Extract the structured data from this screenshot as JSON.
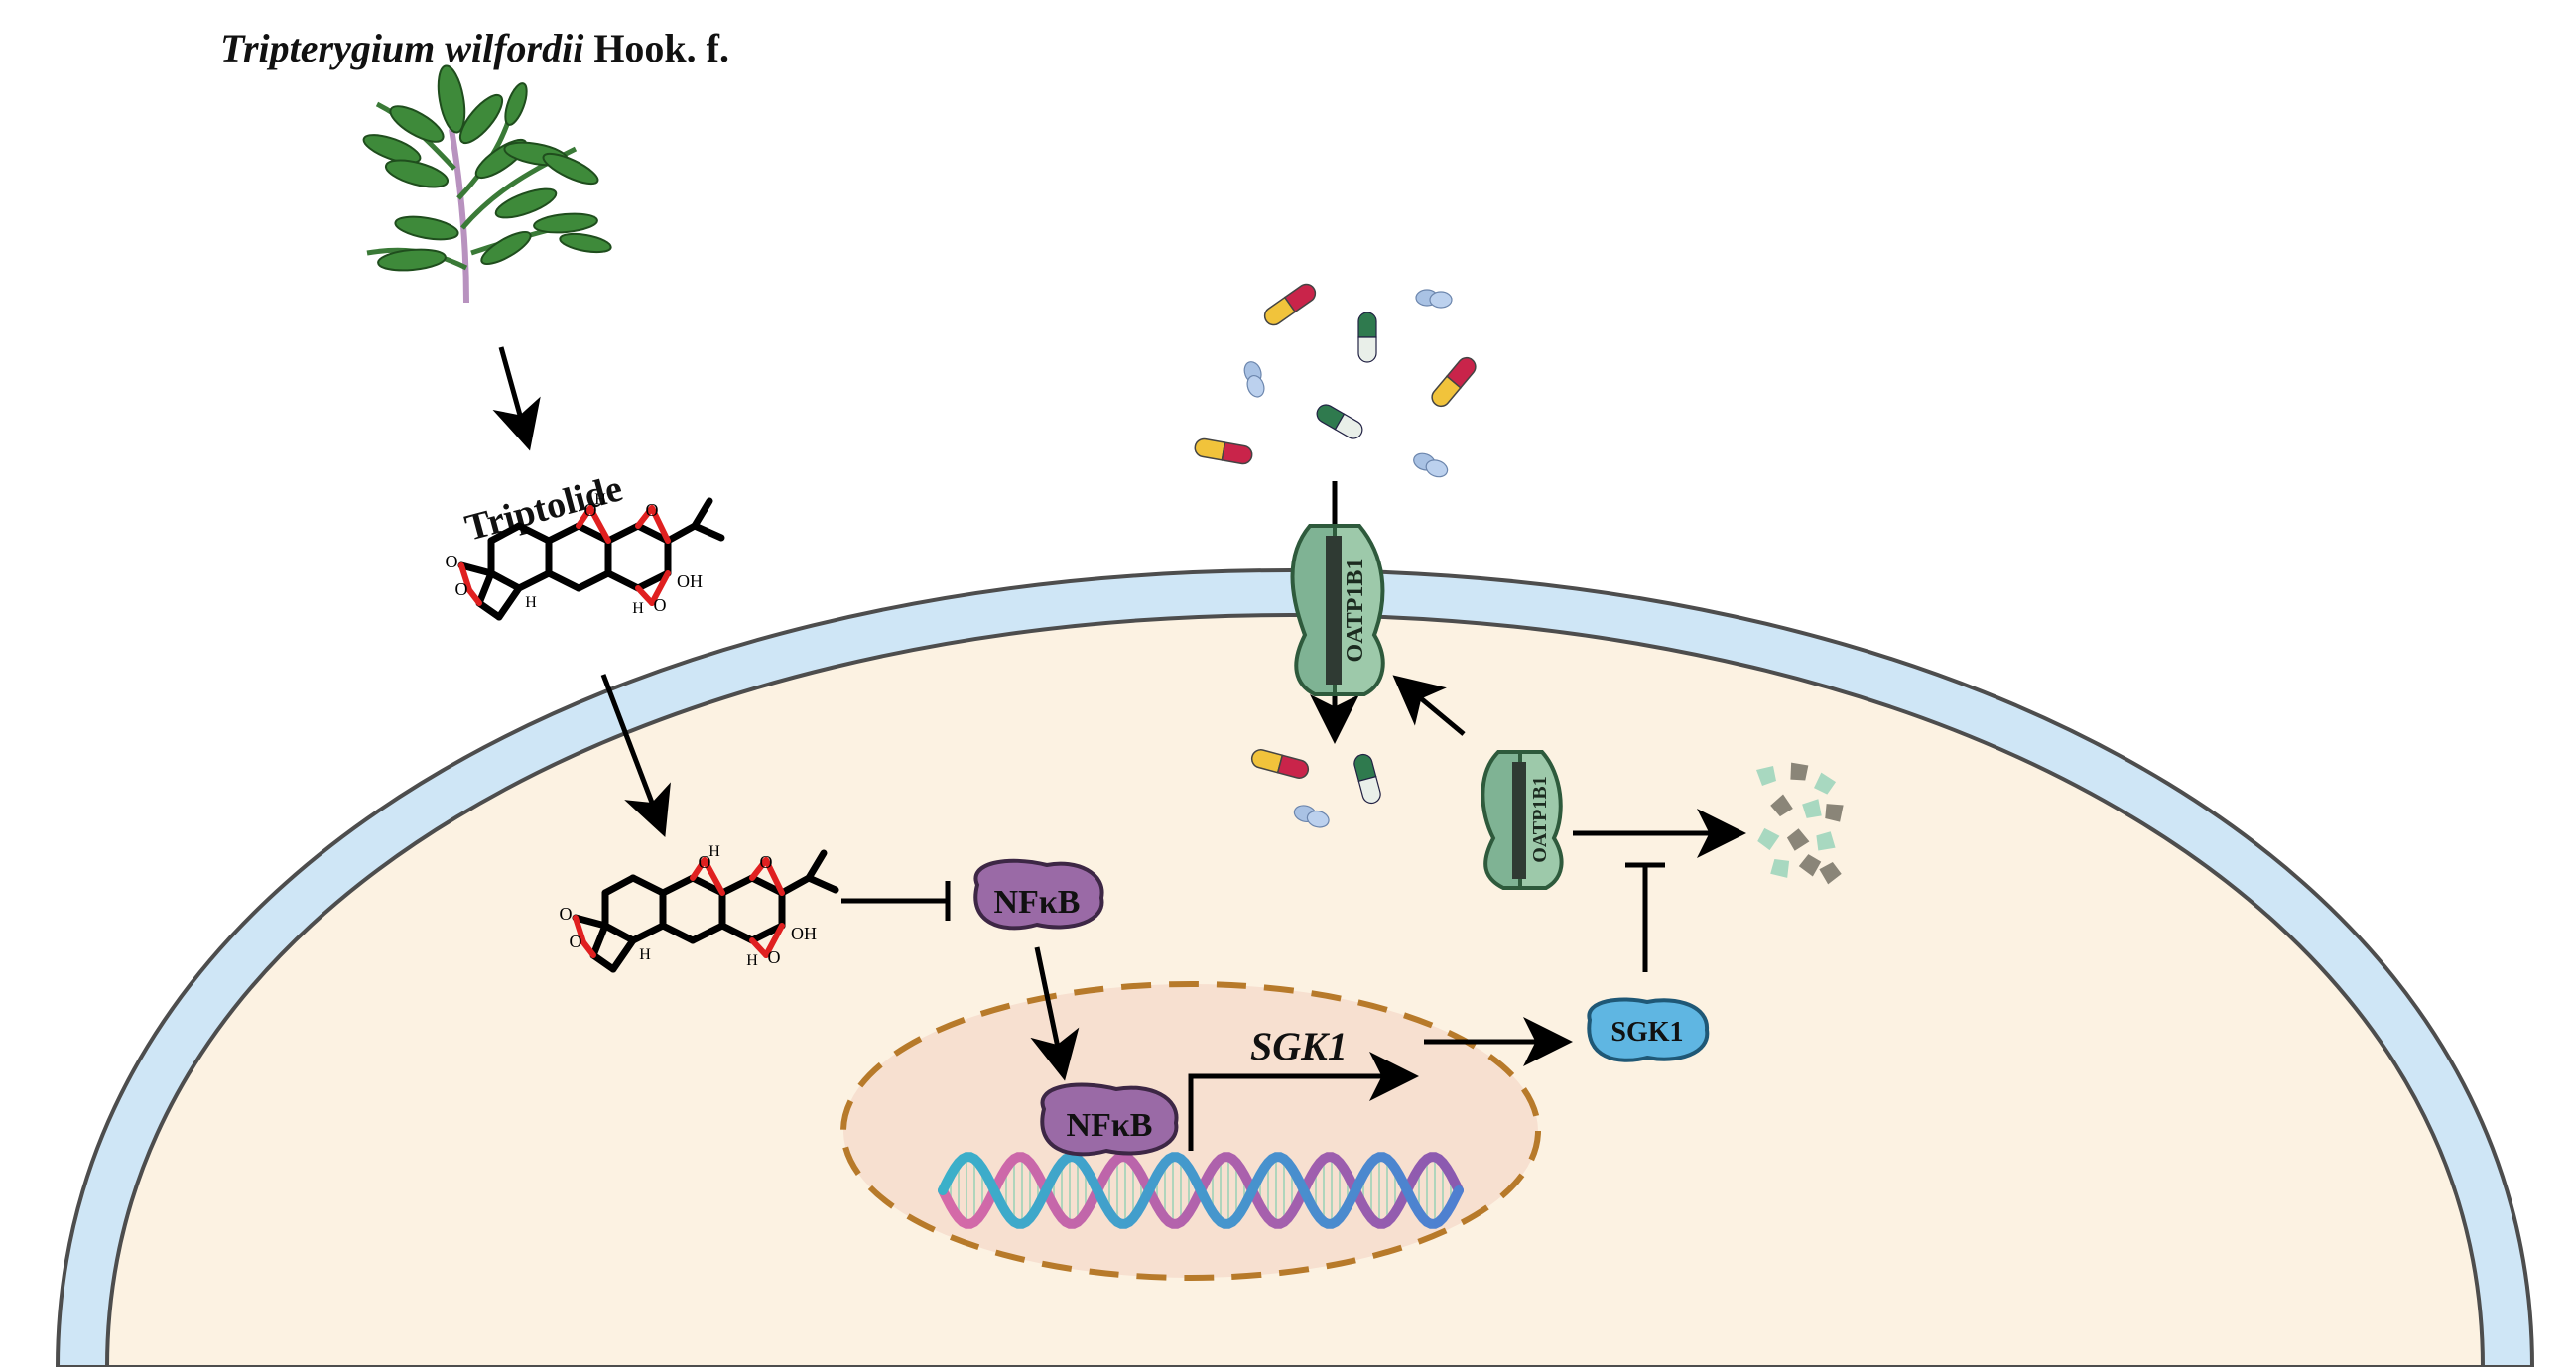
{
  "plant": {
    "name_italic": "Tripterygium wilfordii",
    "name_rest": " Hook. f."
  },
  "compound": {
    "name": "Triptolide",
    "atoms": {
      "oxygen": "O",
      "hydrogen": "H",
      "hydroxyl": "OH"
    }
  },
  "transporter": {
    "label": "OATP1B1"
  },
  "nucleus": {
    "factor": "NFκB",
    "gene": "SGK1"
  },
  "cytoplasm": {
    "factor": "NFκB",
    "kinase": "SGK1"
  },
  "colors": {
    "membrane_fill": "#cfe6f6",
    "membrane_stroke": "#4d4d4d",
    "cytoplasm": "#fcf2e2",
    "nucleus_fill": "#f7e0d0",
    "nucleus_stroke": "#b77a2a",
    "nfkb": "#9a6aa6",
    "sgk1": "#5fb6e2",
    "oatp": "#7fb394",
    "leaf": "#3e8a3a",
    "oxygen": "#e02020"
  }
}
